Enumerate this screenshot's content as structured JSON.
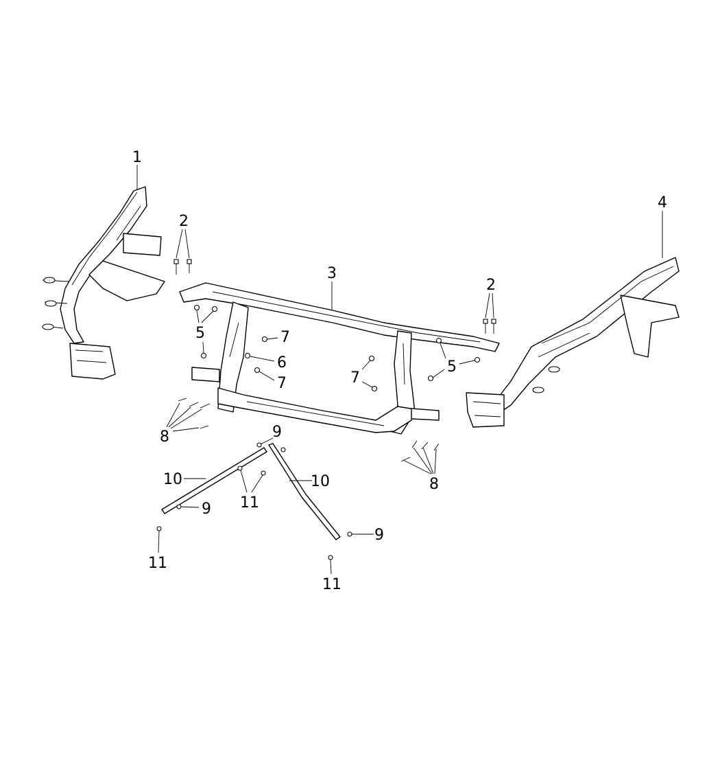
{
  "diagram": {
    "callouts": [
      {
        "id": "c1",
        "label": "1"
      },
      {
        "id": "c2a",
        "label": "2"
      },
      {
        "id": "c3",
        "label": "3"
      },
      {
        "id": "c4",
        "label": "4"
      },
      {
        "id": "c2b",
        "label": "2"
      },
      {
        "id": "c5a",
        "label": "5"
      },
      {
        "id": "c7a",
        "label": "7"
      },
      {
        "id": "c6",
        "label": "6"
      },
      {
        "id": "c7b",
        "label": "7"
      },
      {
        "id": "c7c",
        "label": "7"
      },
      {
        "id": "c5b",
        "label": "5"
      },
      {
        "id": "c8a",
        "label": "8"
      },
      {
        "id": "c9a",
        "label": "9"
      },
      {
        "id": "c10a",
        "label": "10"
      },
      {
        "id": "c11a",
        "label": "11"
      },
      {
        "id": "c10b",
        "label": "10"
      },
      {
        "id": "c9b",
        "label": "9"
      },
      {
        "id": "c11b",
        "label": "11"
      },
      {
        "id": "c9c",
        "label": "9"
      },
      {
        "id": "c11c",
        "label": "11"
      },
      {
        "id": "c8b",
        "label": "8"
      }
    ]
  }
}
